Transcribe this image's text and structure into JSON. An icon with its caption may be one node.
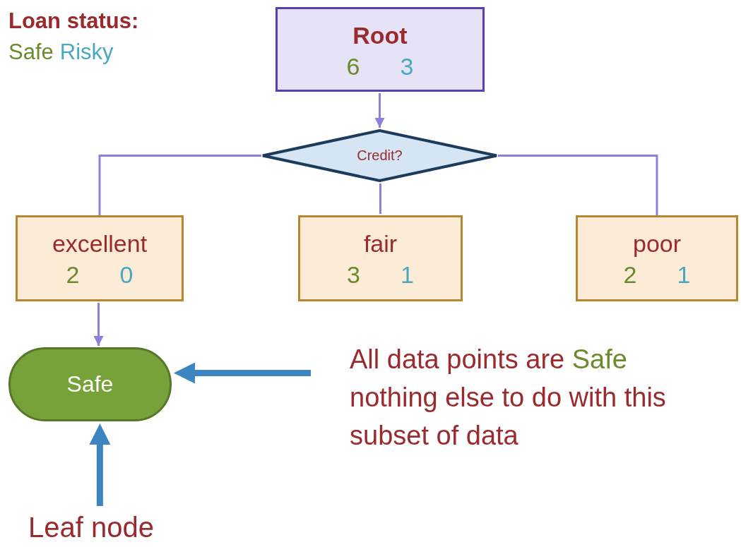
{
  "diagram": {
    "nodes": [
      {
        "text": [
          "Root",
          "6",
          "3"
        ]
      },
      {
        "text": [
          "Credit?"
        ]
      },
      {
        "text": [
          "excellent",
          "2",
          "0"
        ]
      },
      {
        "text": [
          "fair",
          "3",
          "1"
        ]
      },
      {
        "text": [
          "poor",
          "2",
          "1"
        ]
      },
      {
        "text": [
          "Safe"
        ]
      },
      {
        "text": [
          "All data points are",
          "Safe",
          "nothing else to do with this subset of data"
        ]
      },
      {
        "text": [
          "Leaf node"
        ]
      }
    ],
    "edges": [
      {
        "from": 0,
        "to": 1,
        "arrow": "to"
      },
      {
        "from": 1,
        "to": 2,
        "arrow": "none"
      },
      {
        "from": 1,
        "to": 3,
        "arrow": "none"
      },
      {
        "from": 1,
        "to": 4,
        "arrow": "none"
      },
      {
        "from": 2,
        "to": 5,
        "arrow": "to"
      },
      {
        "from": 6,
        "to": 5,
        "arrow": "to",
        "style": "thick",
        "color": "#3d85c0"
      },
      {
        "from": 7,
        "to": 5,
        "arrow": "to",
        "style": "thick",
        "color": "#3d85c0"
      }
    ],
    "labels": [
      "Loan status:"
    ],
    "legend": [
      {
        "text": "Safe",
        "color": "#6b8a2c"
      },
      {
        "text": "Risky",
        "color": "#4aa8bf"
      }
    ]
  }
}
